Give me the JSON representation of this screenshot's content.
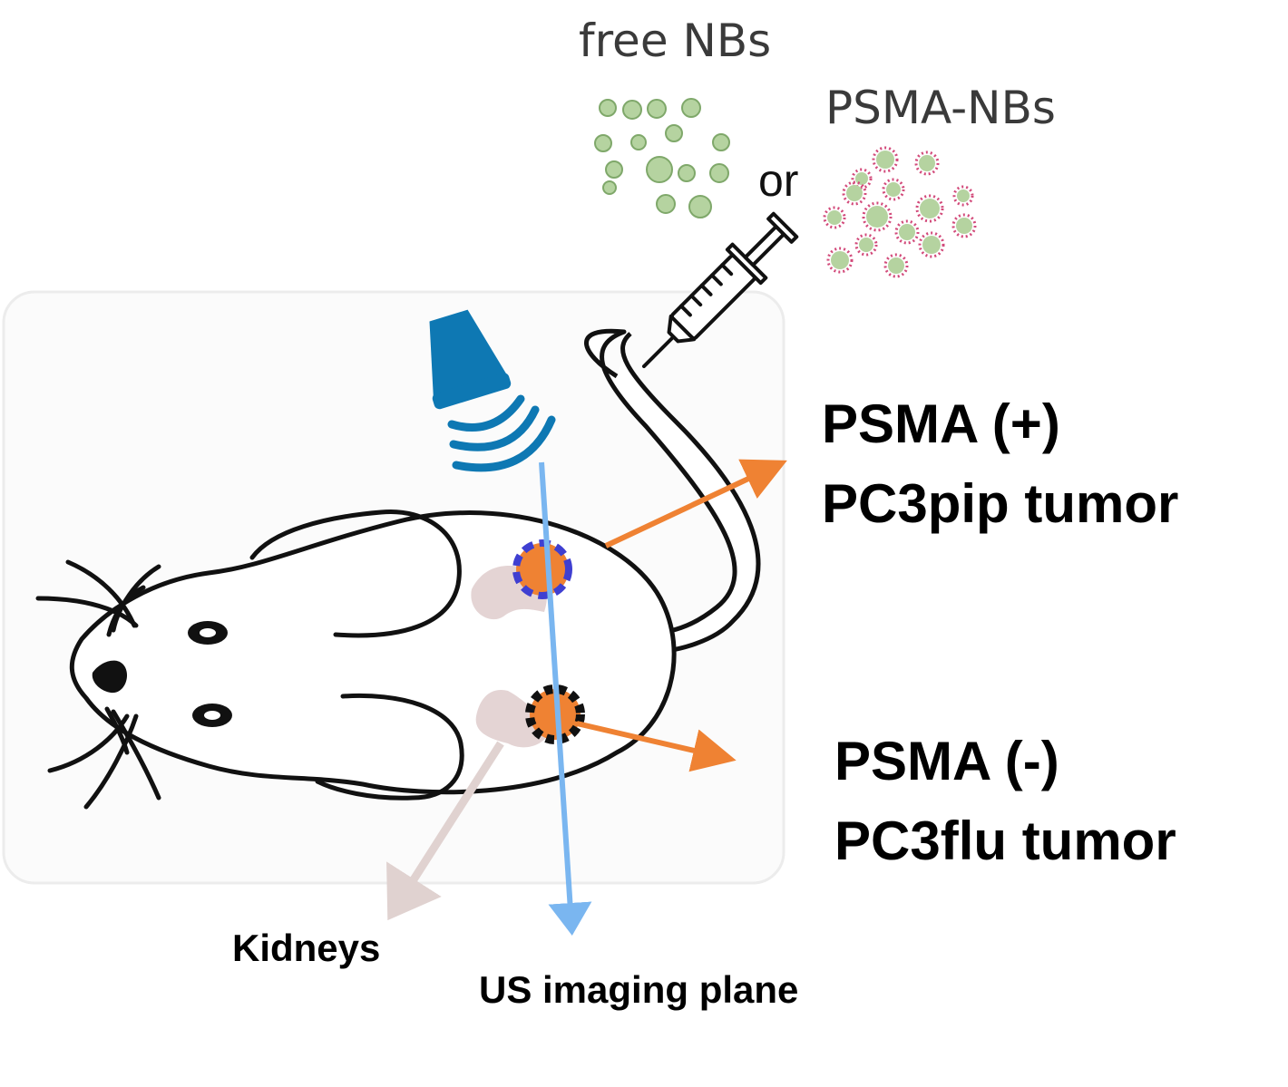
{
  "labels": {
    "free_nbs": "free NBs",
    "psma_nbs": "PSMA-NBs",
    "or": "or",
    "psma_pos_line1": "PSMA (+)",
    "psma_pos_line2": "PC3pip tumor",
    "psma_neg_line1": "PSMA (-)",
    "psma_neg_line2": "PC3flu tumor",
    "kidneys": "Kidneys",
    "us_plane": "US imaging plane"
  },
  "icons": [
    "ultrasound-transducer-icon",
    "syringe-icon",
    "mouse-icon"
  ],
  "colors": {
    "bubble_fill": "#b5d3a0",
    "bubble_stroke": "#7fa86a",
    "psma_ligand": "#d24a7a",
    "transducer": "#0e78b3",
    "us_plane": "#7ab6f0",
    "arrow": "#ef8233",
    "tumor": "#ef8233",
    "psma_ring": "#3f3fd1",
    "kidney": "#e4d4d4",
    "kidney_arrow": "#e0d2d0"
  }
}
